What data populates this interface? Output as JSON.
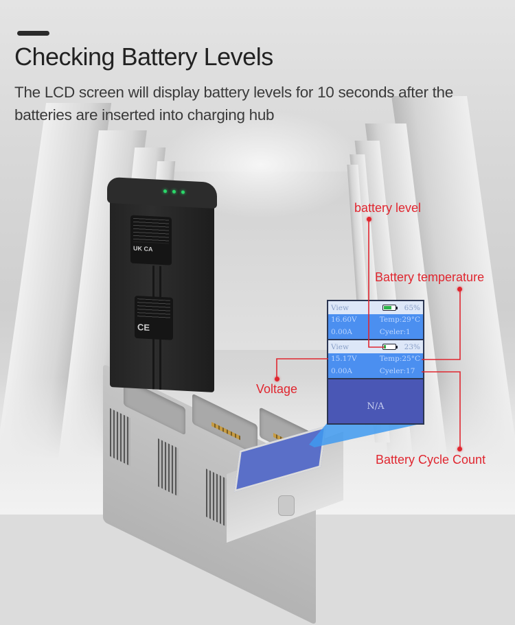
{
  "header": {
    "title": "Checking Battery Levels",
    "subtitle": "The LCD screen will display battery levels for 10 seconds after the batteries are inserted into charging hub"
  },
  "battery_device": {
    "label_mark_1": "UK CA",
    "label_mark_2": "CE",
    "status_leds": 3,
    "led_color": "#2bd86a"
  },
  "lcd": {
    "slots": [
      {
        "header_label": "View",
        "battery_percent": "65%",
        "battery_fill_ratio": 0.65,
        "voltage": "16.60V",
        "current": "0.00A",
        "temperature": "Temp:29°C",
        "cycles": "Cyeler:1"
      },
      {
        "header_label": "View",
        "battery_percent": "23%",
        "battery_fill_ratio": 0.23,
        "voltage": "15.17V",
        "current": "0.00A",
        "temperature": "Temp:25°C",
        "cycles": "Cyeler:17"
      },
      {
        "empty_label": "N/A"
      }
    ],
    "colors": {
      "header_bg": "#dde7f8",
      "data_bg": "#4b8ff0",
      "empty_bg": "#4a57b5",
      "battery_fill": "#2bb34a"
    }
  },
  "annotations": {
    "battery_level": "battery level",
    "battery_temperature": "Battery temperature",
    "voltage": "Voltage",
    "battery_cycle_count": "Battery Cycle Count",
    "color": "#e0262f"
  }
}
